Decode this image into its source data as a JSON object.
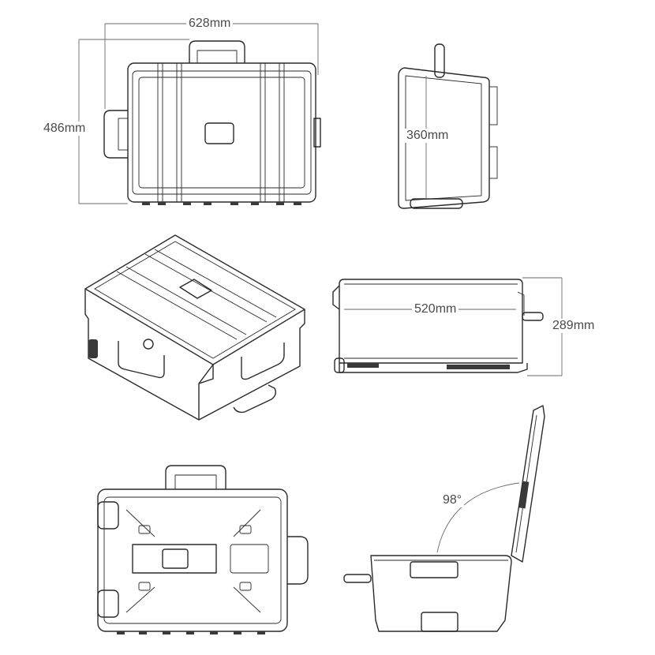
{
  "dimensions": {
    "width": "628mm",
    "height": "486mm",
    "depth_side": "360mm",
    "inner_length": "520mm",
    "case_height": "289mm"
  },
  "angle": {
    "lid_open": "98°"
  }
}
